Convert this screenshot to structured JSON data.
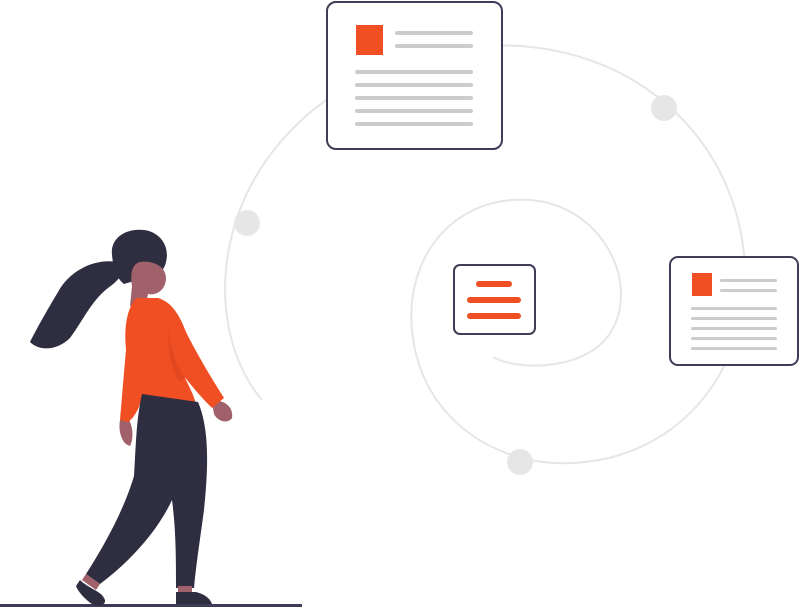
{
  "illustration": {
    "subject": "person-viewing-documents",
    "colors": {
      "accent": "#f04e23",
      "outline": "#3f3d56",
      "dark": "#2f2e41",
      "skin": "#a0616a",
      "spiral": "#e6e6e6",
      "node": "#e6e6e6",
      "line": "#cccccc",
      "card_fill": "#ffffff",
      "ground": "#3f3d56"
    },
    "cards": [
      {
        "id": "top-card",
        "icon": "document-icon",
        "lines": 7
      },
      {
        "id": "center-card",
        "icon": "menu-lines-icon",
        "lines": 3
      },
      {
        "id": "right-card",
        "icon": "document-icon",
        "lines": 7
      }
    ],
    "nodes": 3
  }
}
